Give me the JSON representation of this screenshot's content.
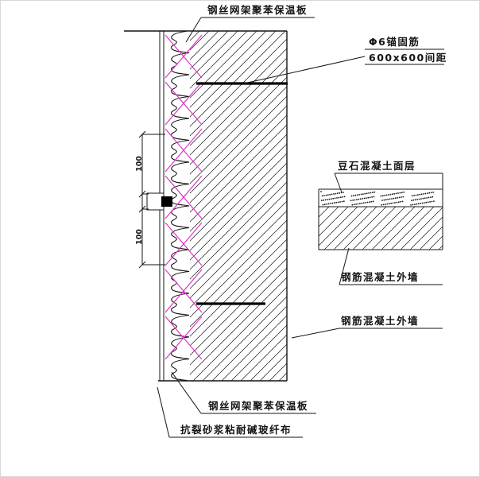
{
  "labels": {
    "insulation_top": "钢丝网架聚苯保温板",
    "anchor_spec": "Φ6锚固筋",
    "anchor_spacing": "600x600间距",
    "finish_layer": "豆石混凝土面层",
    "wall_upper": "钢筋混凝土外墙",
    "wall_lower": "钢筋混凝土外墙",
    "insulation_bottom": "钢丝网架聚苯保温板",
    "mortar_layer": "抗裂砂浆粘耐碱玻纤布"
  },
  "dimensions": {
    "upper": "100",
    "lower": "100"
  },
  "colors": {
    "line": "#141414",
    "mesh_accent": "#e03cc8",
    "background": "#ffffff"
  }
}
